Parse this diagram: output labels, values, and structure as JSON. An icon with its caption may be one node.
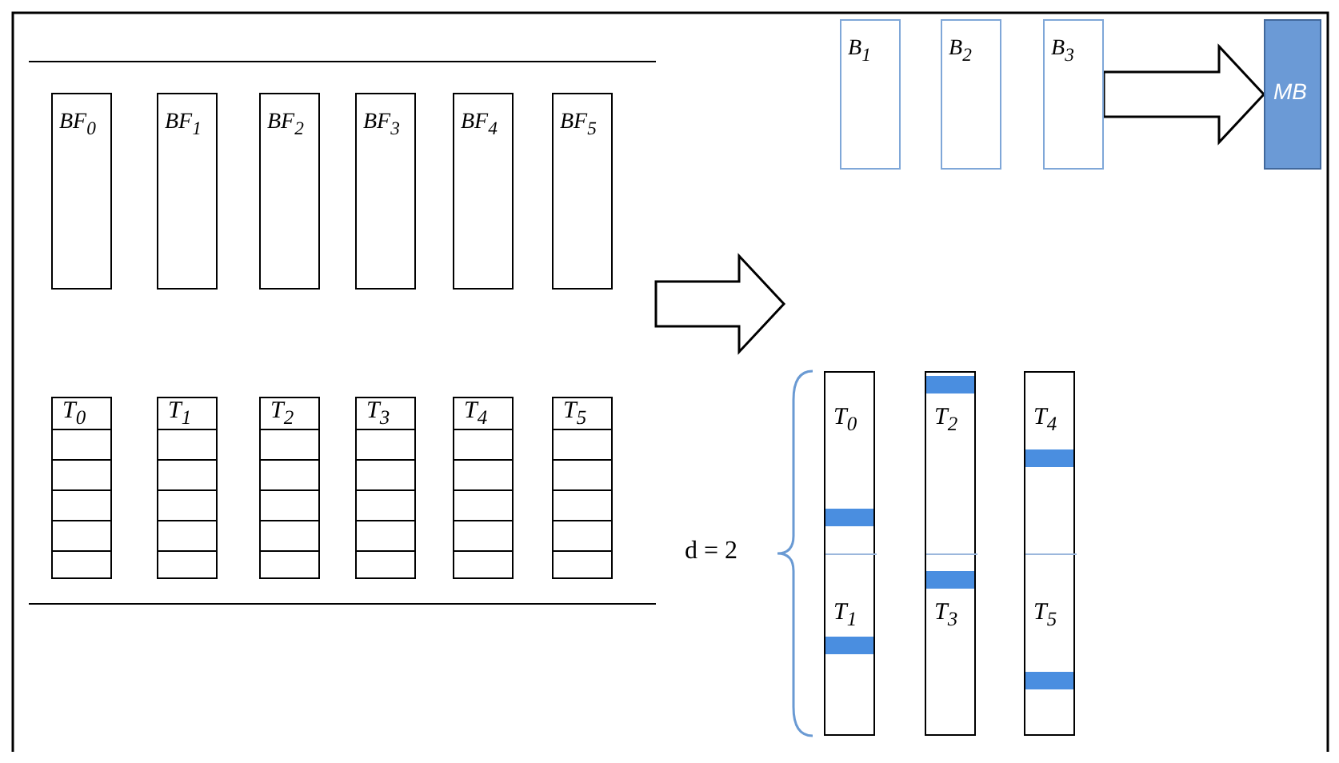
{
  "diagram": {
    "nodes": [
      {
        "text": [],
        "shape": "band"
      },
      {
        "text": [
          "BF$_{0}$"
        ],
        "in": 0
      },
      {
        "text": [
          "BF$_{1}$"
        ],
        "in": 0
      },
      {
        "text": [
          "BF$_{2}$"
        ],
        "in": 0
      },
      {
        "text": [
          "BF$_{3}$"
        ],
        "in": 0
      },
      {
        "text": [
          "BF$_{4}$"
        ],
        "in": 0
      },
      {
        "text": [
          "BF$_{5}$"
        ],
        "in": 0
      },
      {
        "text": [
          "T$_{0}$"
        ],
        "in": 0
      },
      {
        "text": [
          "T$_{1}$"
        ],
        "in": 0
      },
      {
        "text": [
          "T$_{2}$"
        ],
        "in": 0
      },
      {
        "text": [
          "T$_{3}$"
        ],
        "in": 0
      },
      {
        "text": [
          "T$_{4}$"
        ],
        "in": 0
      },
      {
        "text": [
          "T$_{5}$"
        ],
        "in": 0
      },
      {
        "text": [
          "B$_{1}$"
        ]
      },
      {
        "text": [
          "B$_{2}$"
        ]
      },
      {
        "text": [
          "B$_{3}$"
        ]
      },
      {
        "text": [
          "MB"
        ]
      },
      {
        "text": [],
        "shape": "bar"
      },
      {
        "text": [
          "T$_{0}$"
        ],
        "in": 17
      },
      {
        "text": [
          "T$_{1}$"
        ],
        "in": 17
      },
      {
        "text": [],
        "shape": "bar"
      },
      {
        "text": [
          "T$_{2}$"
        ],
        "in": 20
      },
      {
        "text": [
          "T$_{3}$"
        ],
        "in": 20
      },
      {
        "text": [],
        "shape": "bar"
      },
      {
        "text": [
          "T$_{4}$"
        ],
        "in": 23
      },
      {
        "text": [
          "T$_{5}$"
        ],
        "in": 23
      }
    ],
    "edges": [
      {
        "from": 0,
        "to": null,
        "arrow": "to"
      },
      {
        "from": 15,
        "to": 16,
        "arrow": "to"
      }
    ],
    "labels": [
      "d = 2"
    ]
  }
}
